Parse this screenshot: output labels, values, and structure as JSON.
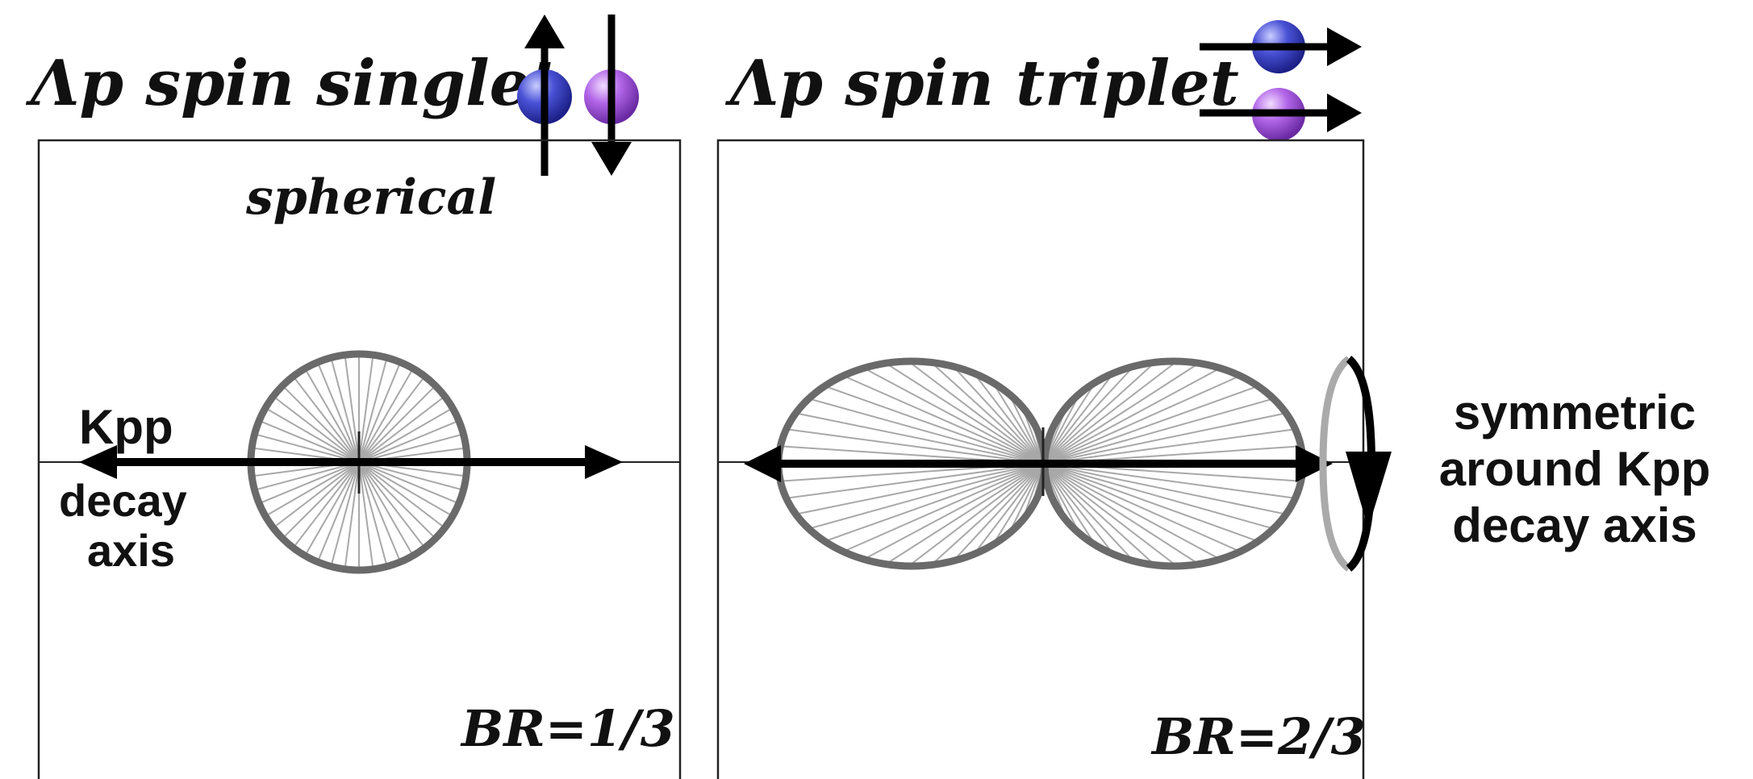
{
  "panels": {
    "singlet": {
      "title": "Λp spin singlet",
      "shape_label": "spherical",
      "axis_label_line1": "Kpp",
      "axis_label_line2": "decay",
      "axis_label_line3": "axis",
      "branching_ratio": "BR=1/3"
    },
    "triplet": {
      "title": "Λp spin triplet",
      "branching_ratio": "BR=2/3",
      "symmetry_note_line1": "symmetric",
      "symmetry_note_line2": "around Kpp",
      "symmetry_note_line3": "decay axis"
    }
  },
  "colors": {
    "lambda_sphere": "#4a52d6",
    "proton_sphere": "#b266e8",
    "outline": "#6a6a6a",
    "spokes": "#a8a8a8",
    "arrows": "#000000",
    "frame": "#222222"
  },
  "icons": [
    "lambda-sphere-icon",
    "proton-sphere-icon",
    "spin-up-arrow-icon",
    "spin-down-arrow-icon",
    "spin-right-arrow-icon",
    "rotation-arrow-icon"
  ]
}
